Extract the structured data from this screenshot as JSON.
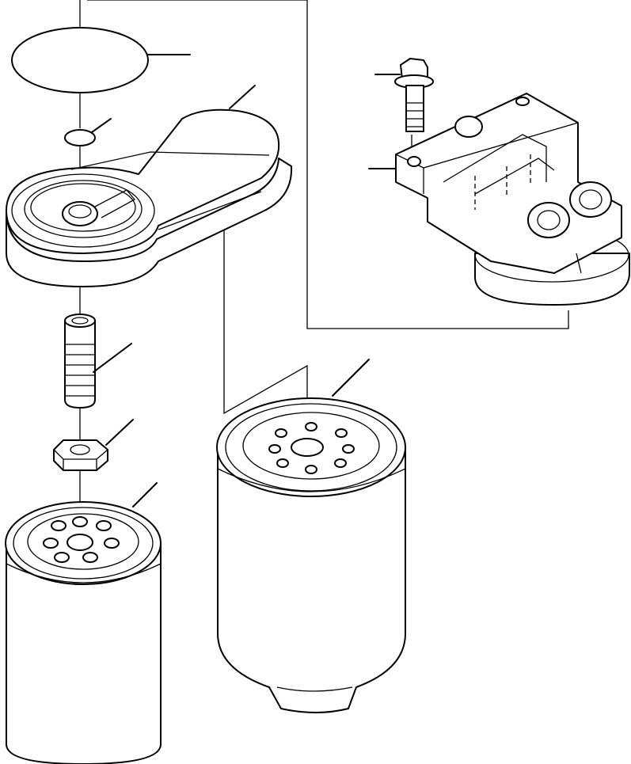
{
  "diagram": {
    "kind": "exploded parts diagram",
    "parts": [
      {
        "id": "gasket-seal",
        "kind": "circular gasket"
      },
      {
        "id": "o-ring",
        "kind": "small seal ring"
      },
      {
        "id": "filter-head-adapter",
        "kind": "filter head"
      },
      {
        "id": "mounting-bolt",
        "kind": "flanged bolt"
      },
      {
        "id": "mounting-bracket",
        "kind": "filter bracket"
      },
      {
        "id": "threaded-nipple",
        "kind": "stud"
      },
      {
        "id": "hex-nut",
        "kind": "nut"
      },
      {
        "id": "small-filter",
        "kind": "spin-on filter cartridge"
      },
      {
        "id": "large-filter",
        "kind": "spin-on filter cartridge"
      }
    ],
    "labels_printed": false
  },
  "colors": {
    "line": "#000000",
    "background": "#ffffff"
  }
}
